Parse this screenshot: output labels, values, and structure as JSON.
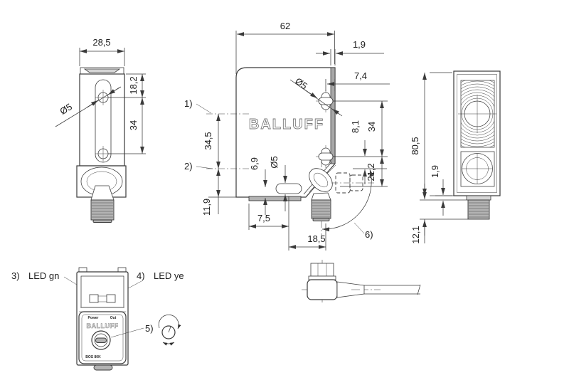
{
  "drawing": {
    "views": {
      "side": {
        "width": "28,5",
        "hole_top": "18,2",
        "hole_spacing": "34",
        "hole_dia": "Ø5"
      },
      "front_side": {
        "width": "62",
        "face_thickness": "1,9",
        "hole_inset": "7,4",
        "hole_dia": "Ø5",
        "axis_span": "34,5",
        "hole_span": "34",
        "axis_offset": "8,1",
        "axis_bottom": "21,2",
        "slot_bottom": "6,9",
        "slot_dia": "Ø5",
        "bottom_offset": "11,9",
        "foot_offset": "7,5",
        "plug_offset": "18,5"
      },
      "front": {
        "height": "80,5",
        "ledge": "1,9",
        "plug_length": "12,1"
      }
    },
    "callouts": {
      "n1": "1)",
      "n2": "2)",
      "n3": "3)",
      "n4": "4)",
      "n5": "5)",
      "n6": "6)",
      "led_gn": "LED gn",
      "led_ye": "LED ye"
    },
    "labels": {
      "brand": "BALLUFF",
      "power": "Power",
      "out": "Out",
      "model": "BOS 80K"
    }
  }
}
